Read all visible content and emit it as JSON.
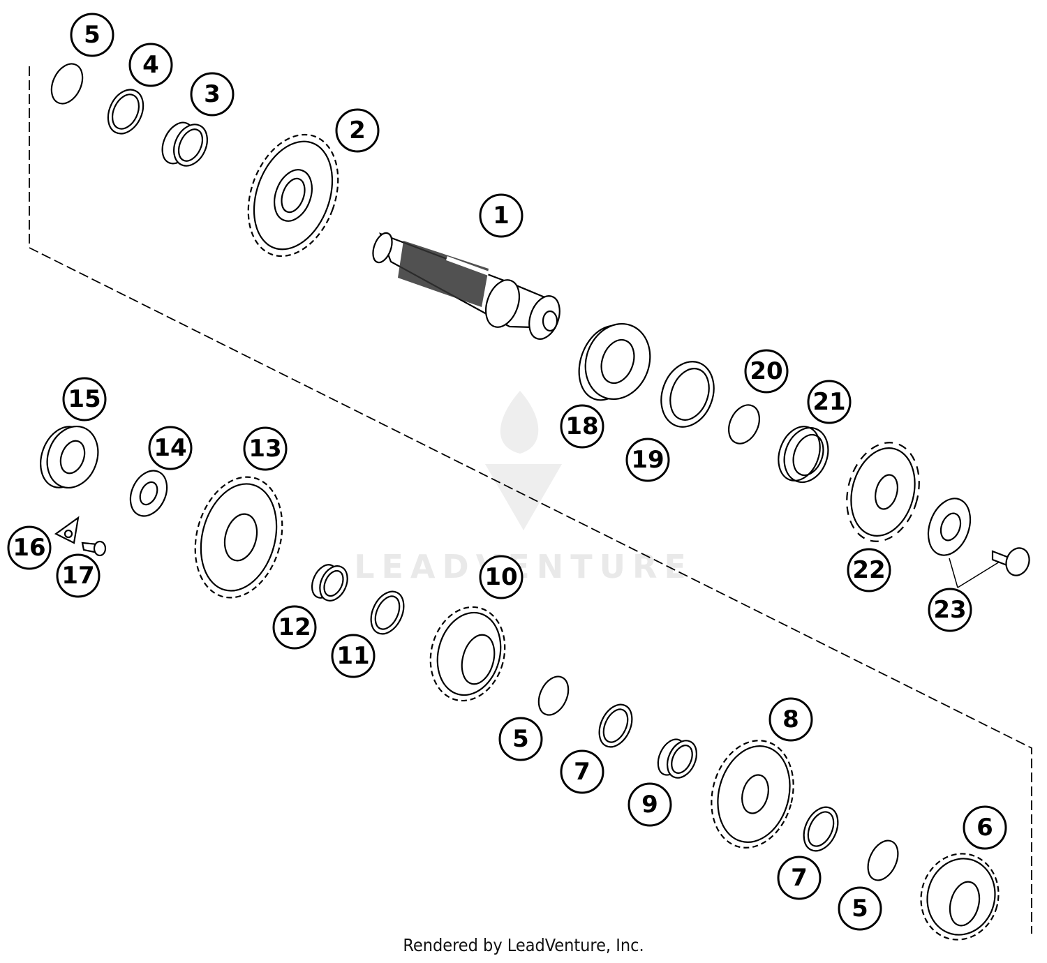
{
  "footer": "Rendered by LeadVenture, Inc.",
  "watermark": "LEADVENTURE",
  "callouts": [
    "1",
    "2",
    "3",
    "4",
    "5",
    "5",
    "5",
    "6",
    "7",
    "7",
    "8",
    "9",
    "10",
    "11",
    "12",
    "13",
    "14",
    "15",
    "16",
    "17",
    "18",
    "19",
    "20",
    "21",
    "22",
    "23"
  ]
}
